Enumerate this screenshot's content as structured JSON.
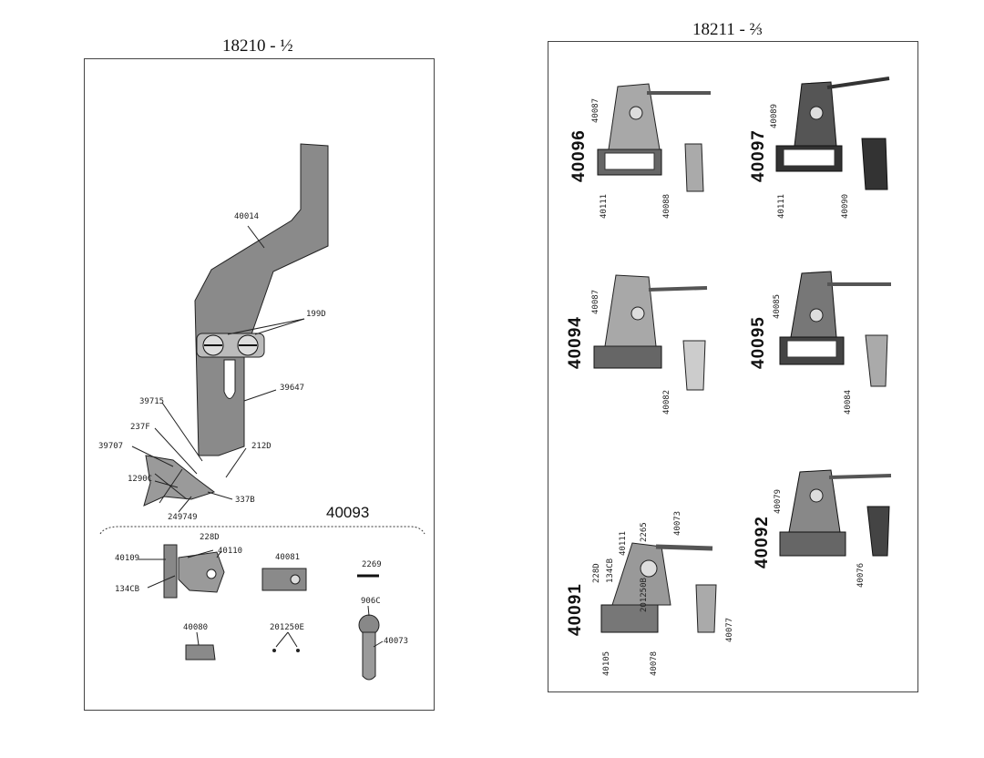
{
  "left_page": {
    "title": "18210 - ½",
    "part_labels": [
      "40014",
      "199D",
      "39647",
      "39715",
      "237F",
      "39707",
      "212D",
      "1290C",
      "337B",
      "249749"
    ],
    "kit": {
      "number": "40093",
      "part_labels": [
        "228D",
        "40109",
        "40110",
        "134CB",
        "40081",
        "2269",
        "906C",
        "40080",
        "201250E",
        "40073"
      ]
    }
  },
  "right_page": {
    "title": "18211 - ⅔",
    "assemblies": [
      {
        "number": "40096",
        "labels": [
          "40087",
          "40111",
          "40088"
        ]
      },
      {
        "number": "40097",
        "labels": [
          "40089",
          "40111",
          "40090"
        ]
      },
      {
        "number": "40094",
        "labels": [
          "40087",
          "40082"
        ]
      },
      {
        "number": "40095",
        "labels": [
          "40085",
          "40084"
        ]
      },
      {
        "number": "40091",
        "labels": [
          "2265",
          "40073",
          "228D",
          "134CB",
          "40111",
          "201250B",
          "40105",
          "40078",
          "40077"
        ]
      },
      {
        "number": "40092",
        "labels": [
          "40079",
          "40076"
        ]
      }
    ]
  }
}
